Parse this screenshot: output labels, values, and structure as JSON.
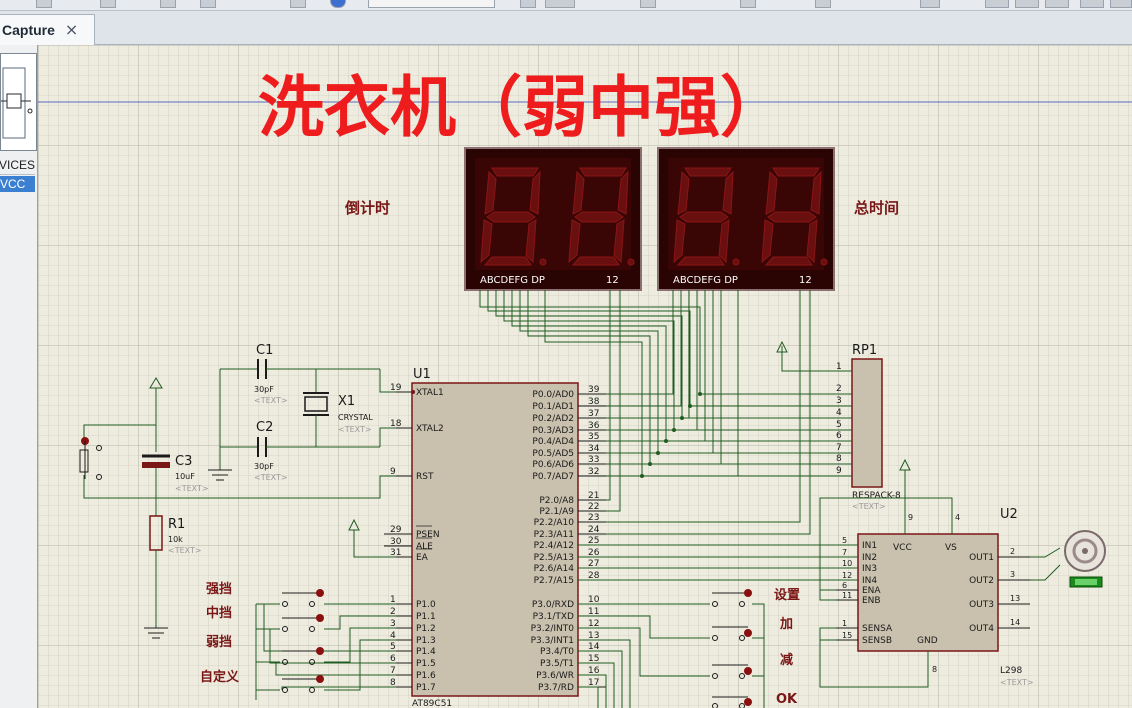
{
  "app": {
    "tab_label": "Capture",
    "tab_close": "×"
  },
  "sidebar": {
    "devices_header": "DEVICES",
    "selected_device": "VCC"
  },
  "colors": {
    "title_red": "#ee1c1c",
    "wire": "#1f5c1f",
    "body_fill": "#c9c0ad",
    "body_stroke": "#7a1616",
    "component_label": "#1a1a1a",
    "text_placeholder": "#9a9a9a",
    "segment_bg": "#3a0505",
    "segment_off": "#6a0f0f"
  },
  "schematic": {
    "title": "洗衣机（弱中强）",
    "countdown_label": "倒计时",
    "total_time_label": "总时间",
    "display_pin_labels": "ABCDEFG DP",
    "display_pin_num": "12",
    "mcu": {
      "ref": "U1",
      "part": "AT89C51",
      "left_pins": [
        {
          "num": "19",
          "name": "XTAL1"
        },
        {
          "num": "18",
          "name": "XTAL2"
        },
        {
          "num": "9",
          "name": "RST"
        },
        {
          "num": "29",
          "name": "PSEN"
        },
        {
          "num": "30",
          "name": "ALE"
        },
        {
          "num": "31",
          "name": "EA"
        },
        {
          "num": "1",
          "name": "P1.0"
        },
        {
          "num": "2",
          "name": "P1.1"
        },
        {
          "num": "3",
          "name": "P1.2"
        },
        {
          "num": "4",
          "name": "P1.3"
        },
        {
          "num": "5",
          "name": "P1.4"
        },
        {
          "num": "6",
          "name": "P1.5"
        },
        {
          "num": "7",
          "name": "P1.6"
        },
        {
          "num": "8",
          "name": "P1.7"
        }
      ],
      "right_pins": [
        {
          "num": "39",
          "name": "P0.0/AD0"
        },
        {
          "num": "38",
          "name": "P0.1/AD1"
        },
        {
          "num": "37",
          "name": "P0.2/AD2"
        },
        {
          "num": "36",
          "name": "P0.3/AD3"
        },
        {
          "num": "35",
          "name": "P0.4/AD4"
        },
        {
          "num": "34",
          "name": "P0.5/AD5"
        },
        {
          "num": "33",
          "name": "P0.6/AD6"
        },
        {
          "num": "32",
          "name": "P0.7/AD7"
        },
        {
          "num": "21",
          "name": "P2.0/A8"
        },
        {
          "num": "22",
          "name": "P2.1/A9"
        },
        {
          "num": "23",
          "name": "P2.2/A10"
        },
        {
          "num": "24",
          "name": "P2.3/A11"
        },
        {
          "num": "25",
          "name": "P2.4/A12"
        },
        {
          "num": "26",
          "name": "P2.5/A13"
        },
        {
          "num": "27",
          "name": "P2.6/A14"
        },
        {
          "num": "28",
          "name": "P2.7/A15"
        },
        {
          "num": "10",
          "name": "P3.0/RXD"
        },
        {
          "num": "11",
          "name": "P3.1/TXD"
        },
        {
          "num": "12",
          "name": "P3.2/INT0"
        },
        {
          "num": "13",
          "name": "P3.3/INT1"
        },
        {
          "num": "14",
          "name": "P3.4/T0"
        },
        {
          "num": "15",
          "name": "P3.5/T1"
        },
        {
          "num": "16",
          "name": "P3.6/WR"
        },
        {
          "num": "17",
          "name": "P3.7/RD"
        }
      ]
    },
    "c1": {
      "ref": "C1",
      "value": "30pF",
      "text": "<TEXT>"
    },
    "c2": {
      "ref": "C2",
      "value": "30pF",
      "text": "<TEXT>"
    },
    "c3": {
      "ref": "C3",
      "value": "10uF",
      "text": "<TEXT>"
    },
    "x1": {
      "ref": "X1",
      "value": "CRYSTAL",
      "text": "<TEXT>"
    },
    "r1": {
      "ref": "R1",
      "value": "10k",
      "text": "<TEXT>"
    },
    "rp1": {
      "ref": "RP1",
      "part": "RESPACK-8",
      "text": "<TEXT>",
      "pins": [
        "1",
        "2",
        "3",
        "4",
        "5",
        "6",
        "7",
        "8",
        "9"
      ]
    },
    "u2": {
      "ref": "U2",
      "part": "L298",
      "text": "<TEXT>",
      "top_pins": [
        {
          "num": "9",
          "name": "VCC"
        },
        {
          "num": "4",
          "name": "VS"
        }
      ],
      "left_pins": [
        {
          "num": "5",
          "name": "IN1"
        },
        {
          "num": "7",
          "name": "IN2"
        },
        {
          "num": "10",
          "name": "IN3"
        },
        {
          "num": "12",
          "name": "IN4"
        },
        {
          "num": "6",
          "name": "ENA"
        },
        {
          "num": "11",
          "name": "ENB"
        },
        {
          "num": "1",
          "name": "SENSA"
        },
        {
          "num": "15",
          "name": "SENSB"
        }
      ],
      "right_pins": [
        {
          "num": "2",
          "name": "OUT1"
        },
        {
          "num": "3",
          "name": "OUT2"
        },
        {
          "num": "13",
          "name": "OUT3"
        },
        {
          "num": "14",
          "name": "OUT4"
        }
      ],
      "gnd": {
        "num": "8",
        "name": "GND"
      }
    },
    "left_buttons": [
      "强挡",
      "中挡",
      "弱挡",
      "自定义"
    ],
    "right_buttons": [
      "设置",
      "加",
      "减",
      "OK"
    ]
  }
}
